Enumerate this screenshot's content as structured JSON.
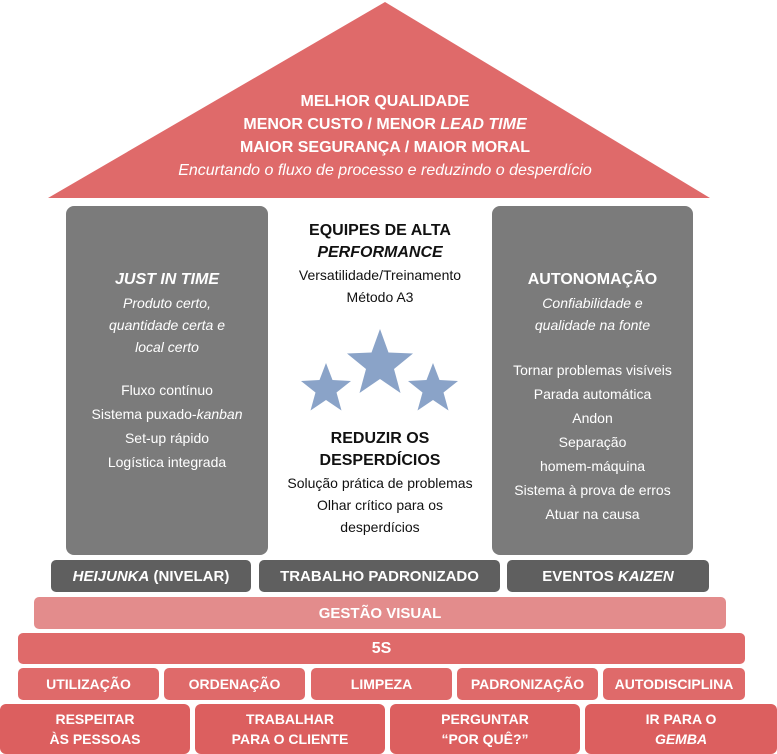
{
  "roof": {
    "line1": "MELHOR QUALIDADE",
    "line2_prefix": "MENOR CUSTO / MENOR ",
    "line2_italic": "LEAD TIME",
    "line3": "MAIOR SEGURANÇA / MAIOR MORAL",
    "line4": "Encurtando o fluxo de processo e reduzindo o desperdício"
  },
  "left_pillar": {
    "title": "JUST IN TIME",
    "subtitle": [
      "Produto certo,",
      "quantidade certa e",
      "local certo"
    ],
    "items": [
      "Fluxo contínuo",
      "Sistema puxado-",
      "Set-up rápido",
      "Logística integrada"
    ],
    "item2_italic": "kanban"
  },
  "center_top": {
    "title1": "EQUIPES DE ALTA",
    "title2": "PERFORMANCE",
    "line1": "Versatilidade/Treinamento",
    "line2": "Método A3"
  },
  "center_bottom": {
    "title1": "REDUZIR OS",
    "title2": "DESPERDÍCIOS",
    "lines": [
      "Solução prática de problemas",
      "Olhar crítico para os",
      "desperdícios"
    ]
  },
  "right_pillar": {
    "title": "AUTONOMAÇÃO",
    "subtitle": [
      "Confiabilidade e",
      "qualidade na fonte"
    ],
    "items": [
      "Tornar problemas visíveis",
      "Parada automática",
      "Andon",
      "Separação",
      "homem-máquina",
      "Sistema à prova de erros",
      "Atuar na causa"
    ]
  },
  "base_row": {
    "heijunka_italic": "HEIJUNKA",
    "heijunka_rest": " (NIVELAR)",
    "trabalho": "TRABALHO PADRONIZADO",
    "eventos_prefix": "EVENTOS ",
    "eventos_italic": "KAIZEN"
  },
  "gestao": "GESTÃO VISUAL",
  "five_s": "5S",
  "s_items": [
    "UTILIZAÇÃO",
    "ORDENAÇÃO",
    "LIMPEZA",
    "PADRONIZAÇÃO",
    "AUTODISCIPLINA"
  ],
  "principles": [
    {
      "l1": "RESPEITAR",
      "l2": "ÀS PESSOAS"
    },
    {
      "l1": "TRABALHAR",
      "l2": "PARA O CLIENTE"
    },
    {
      "l1": "PERGUNTAR",
      "l2": "“POR QUÊ?”"
    },
    {
      "l1": "IR PARA O",
      "l2": "GEMBA"
    }
  ],
  "colors": {
    "roof": "#df6a6a",
    "pillar": "#7b7b7b",
    "dark_bar": "#5f5f5f",
    "gestao": "#e38c8c",
    "red": "#df6a6a",
    "star": "#8aa3c8"
  }
}
